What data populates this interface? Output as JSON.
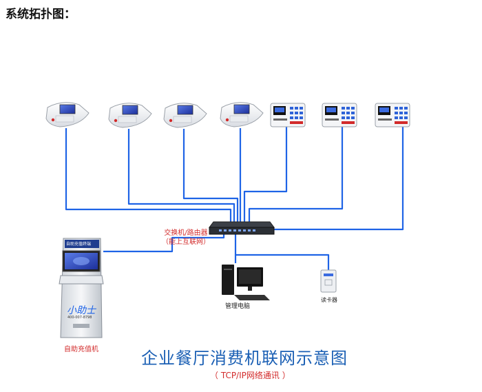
{
  "heading": "系统拓扑图：",
  "switch": {
    "label_line1": "交换机/路由器",
    "label_line2": "（能上互联网）"
  },
  "pc_label": "管理电脑",
  "reader_label": "读卡器",
  "kiosk": {
    "label": "自助充值机",
    "screen_title": "自助充值终端",
    "brand": "小助士",
    "phone": "400-007-8798"
  },
  "title": "企业餐厅消费机联网示意图",
  "subtitle": "（ TCP/IP网络通讯 ）",
  "colors": {
    "line": "#1e63e6",
    "accent_red": "#d22a2a",
    "title_blue": "#1a5fb4"
  }
}
